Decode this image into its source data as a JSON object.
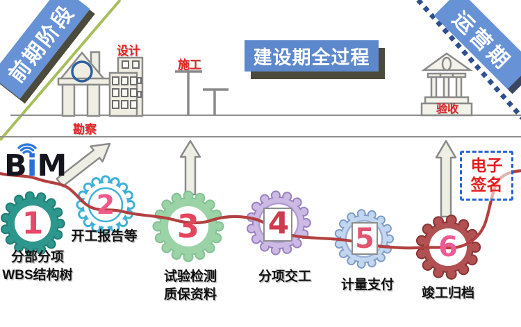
{
  "banners": {
    "left": "前期阶段",
    "center": "建设期全过程",
    "right": "运营期"
  },
  "phase_labels": {
    "survey": "勘察",
    "design": "设计",
    "construction": "施工",
    "acceptance": "验收"
  },
  "bim_logo": {
    "b": "B",
    "i": "i",
    "m": "M"
  },
  "esignature": {
    "line1": "电子",
    "line2": "签名"
  },
  "gears": [
    {
      "num": "1",
      "label1": "分部分项",
      "label2": "WBS结构树",
      "fill": "#2d978d",
      "stroke": "#1f7e75",
      "numColor": "#e8486a",
      "innerStroke": "none"
    },
    {
      "num": "2",
      "label1": "开工报告等",
      "label2": "",
      "fill": "#ffffff",
      "stroke": "#3fb0d8",
      "numColor": "#f0598a",
      "innerStroke": "#3fb0d8"
    },
    {
      "num": "3",
      "label1": "试验检测",
      "label2": "质保资料",
      "fill": "#9bd3a7",
      "stroke": "#84c294",
      "numColor": "#e4455c",
      "innerStroke": "none"
    },
    {
      "num": "4",
      "label1": "分项交工",
      "label2": "",
      "fill": "#ccbae4",
      "stroke": "#9a80c2",
      "numColor": "#ce3a4e",
      "innerStroke": "#b09cd4"
    },
    {
      "num": "5",
      "label1": "计量支付",
      "label2": "",
      "fill": "#c2d6f0",
      "stroke": "#7e9cc8",
      "numColor": "#e05570",
      "innerStroke": "#98b2d6"
    },
    {
      "num": "6",
      "label1": "竣工归档",
      "label2": "",
      "fill": "#b25151",
      "stroke": "#8a3535",
      "numColor": "#f05a92",
      "innerStroke": "none"
    }
  ],
  "colors": {
    "banner_blue": "#6793d6",
    "center_banner_blue": "#5d88cb",
    "banner_shadow_olive": "#4c4a3a",
    "banner_shadow_slate": "#3c4660",
    "phase_red": "#e62222",
    "esign_red": "#e31e1e",
    "process_line": "#b34040",
    "green_line": "#a6bf5a",
    "dashed_line": "#2e4f8e",
    "ground_gray": "#909090",
    "building_fill": "#f0eee3",
    "building_stroke": "#8a8a8a",
    "arrow_fill": "#efeee4",
    "survey_circle_blue": "#2e5f9e",
    "bim_dark": "#15151e",
    "bim_blue": "#2b6fd6"
  }
}
